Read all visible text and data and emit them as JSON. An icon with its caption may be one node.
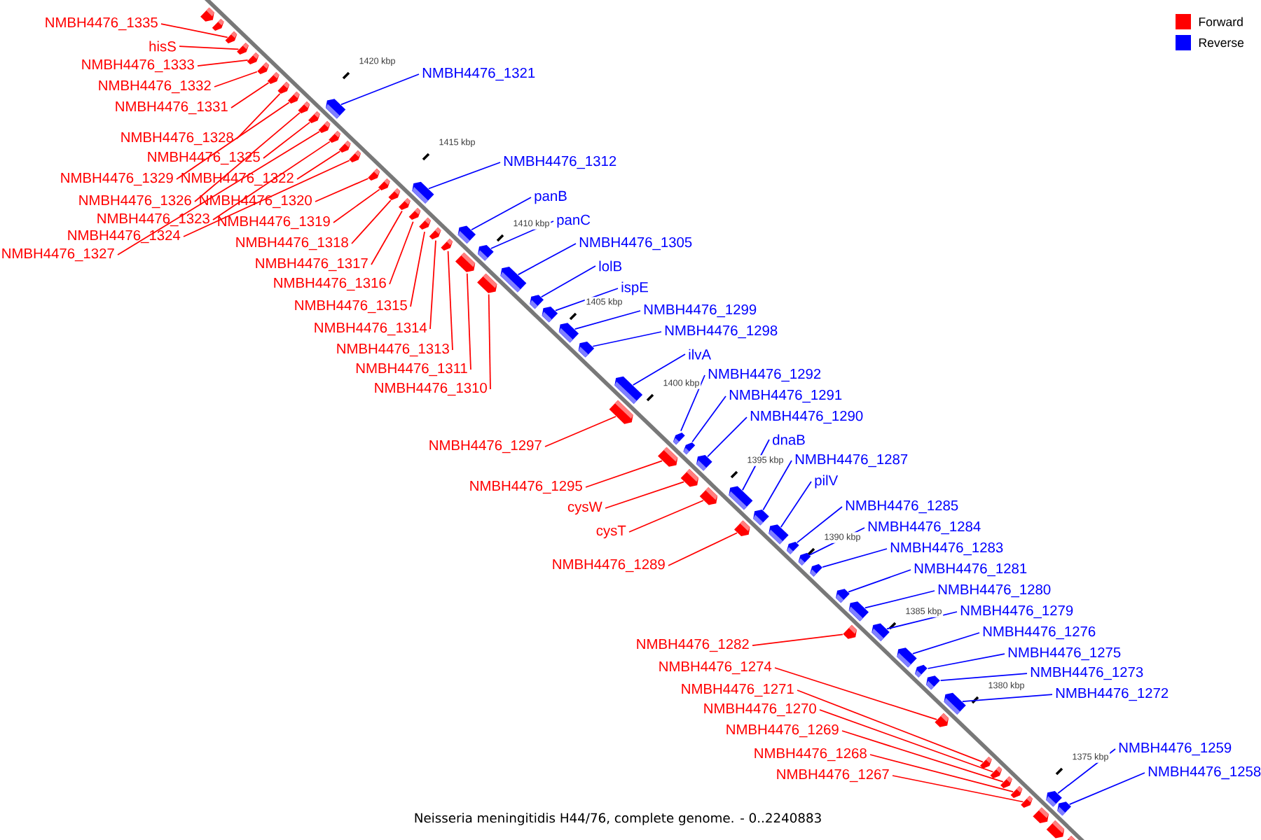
{
  "diagram": {
    "caption": "Neisseria meningitidis H44/76, complete genome. - 0..2240883",
    "nodes": [
      {
        "text": [
          "NMBH4476_1335"
        ]
      },
      {
        "text": [
          "hisS"
        ]
      },
      {
        "text": [
          "NMBH4476_1333"
        ]
      },
      {
        "text": [
          "NMBH4476_1332"
        ]
      },
      {
        "text": [
          "NMBH4476_1331"
        ]
      },
      {
        "text": [
          "NMBH4476_1328"
        ]
      },
      {
        "text": [
          "NMBH4476_1325"
        ]
      },
      {
        "text": [
          "NMBH4476_1329"
        ]
      },
      {
        "text": [
          "NMBH4476_1322"
        ]
      },
      {
        "text": [
          "NMBH4476_1326"
        ]
      },
      {
        "text": [
          "NMBH4476_1320"
        ]
      },
      {
        "text": [
          "NMBH4476_1323"
        ]
      },
      {
        "text": [
          "NMBH4476_1319"
        ]
      },
      {
        "text": [
          "NMBH4476_1324"
        ]
      },
      {
        "text": [
          "NMBH4476_1327"
        ]
      },
      {
        "text": [
          "NMBH4476_1318"
        ]
      },
      {
        "text": [
          "NMBH4476_1317"
        ]
      },
      {
        "text": [
          "NMBH4476_1316"
        ]
      },
      {
        "text": [
          "NMBH4476_1315"
        ]
      },
      {
        "text": [
          "NMBH4476_1314"
        ]
      },
      {
        "text": [
          "NMBH4476_1313"
        ]
      },
      {
        "text": [
          "NMBH4476_1311"
        ]
      },
      {
        "text": [
          "NMBH4476_1310"
        ]
      },
      {
        "text": [
          "NMBH4476_1321"
        ]
      },
      {
        "text": [
          "NMBH4476_1312"
        ]
      },
      {
        "text": [
          "panB"
        ]
      },
      {
        "text": [
          "panC"
        ]
      },
      {
        "text": [
          "NMBH4476_1305"
        ]
      },
      {
        "text": [
          "lolB"
        ]
      },
      {
        "text": [
          "ispE"
        ]
      },
      {
        "text": [
          "NMBH4476_1299"
        ]
      },
      {
        "text": [
          "NMBH4476_1298"
        ]
      },
      {
        "text": [
          "ilvA"
        ]
      },
      {
        "text": [
          "NMBH4476_1292"
        ]
      },
      {
        "text": [
          "NMBH4476_1291"
        ]
      },
      {
        "text": [
          "NMBH4476_1290"
        ]
      },
      {
        "text": [
          "dnaB"
        ]
      },
      {
        "text": [
          "NMBH4476_1287"
        ]
      },
      {
        "text": [
          "pilV"
        ]
      },
      {
        "text": [
          "NMBH4476_1285"
        ]
      },
      {
        "text": [
          "NMBH4476_1284"
        ]
      },
      {
        "text": [
          "NMBH4476_1283"
        ]
      },
      {
        "text": [
          "NMBH4476_1281"
        ]
      },
      {
        "text": [
          "NMBH4476_1280"
        ]
      },
      {
        "text": [
          "NMBH4476_1279"
        ]
      },
      {
        "text": [
          "NMBH4476_1276"
        ]
      },
      {
        "text": [
          "NMBH4476_1275"
        ]
      },
      {
        "text": [
          "NMBH4476_1273"
        ]
      },
      {
        "text": [
          "NMBH4476_1272"
        ]
      },
      {
        "text": [
          "NMBH4476_1259"
        ]
      },
      {
        "text": [
          "NMBH4476_1258"
        ]
      },
      {
        "text": [
          "NMBH4476_1297"
        ]
      },
      {
        "text": [
          "NMBH4476_1295"
        ]
      },
      {
        "text": [
          "cysW"
        ]
      },
      {
        "text": [
          "cysT"
        ]
      },
      {
        "text": [
          "NMBH4476_1289"
        ]
      },
      {
        "text": [
          "NMBH4476_1282"
        ]
      },
      {
        "text": [
          "NMBH4476_1274"
        ]
      },
      {
        "text": [
          "NMBH4476_1271"
        ]
      },
      {
        "text": [
          "NMBH4476_1270"
        ]
      },
      {
        "text": [
          "NMBH4476_1269"
        ]
      },
      {
        "text": [
          "NMBH4476_1268"
        ]
      },
      {
        "text": [
          "NMBH4476_1267"
        ]
      },
      {
        "text": [],
        "shape": "arrow"
      },
      {
        "text": [],
        "shape": "arrow"
      },
      {
        "text": [],
        "shape": "arrow"
      },
      {
        "text": [],
        "shape": "arrow"
      },
      {
        "text": [],
        "shape": "arrow"
      },
      {
        "text": [],
        "shape": "arrow"
      },
      {
        "text": [],
        "shape": "arrow"
      },
      {
        "text": [],
        "shape": "arrow"
      },
      {
        "text": [],
        "shape": "arrow"
      },
      {
        "text": [],
        "shape": "arrow"
      },
      {
        "text": [],
        "shape": "arrow"
      },
      {
        "text": [],
        "shape": "arrow"
      },
      {
        "text": [],
        "shape": "arrow"
      },
      {
        "text": [],
        "shape": "arrow"
      },
      {
        "text": [],
        "shape": "arrow"
      },
      {
        "text": [],
        "shape": "arrow"
      },
      {
        "text": [],
        "shape": "arrow"
      },
      {
        "text": [],
        "shape": "arrow"
      },
      {
        "text": [],
        "shape": "arrow"
      },
      {
        "text": [],
        "shape": "arrow"
      },
      {
        "text": [],
        "shape": "arrow"
      },
      {
        "text": [],
        "shape": "arrow"
      },
      {
        "text": [],
        "shape": "arrow"
      },
      {
        "text": [],
        "shape": "arrow"
      },
      {
        "text": [],
        "shape": "arrow"
      },
      {
        "text": [],
        "shape": "arrow"
      },
      {
        "text": [],
        "shape": "arrow"
      },
      {
        "text": [],
        "shape": "arrow"
      },
      {
        "text": [],
        "shape": "arrow"
      },
      {
        "text": [],
        "shape": "arrow"
      },
      {
        "text": [],
        "shape": "arrow"
      },
      {
        "text": [],
        "shape": "arrow"
      },
      {
        "text": [],
        "shape": "arrow"
      },
      {
        "text": [],
        "shape": "arrow"
      },
      {
        "text": [],
        "shape": "arrow"
      },
      {
        "text": [],
        "shape": "arrow"
      },
      {
        "text": [],
        "shape": "arrow"
      },
      {
        "text": [],
        "shape": "arrow"
      },
      {
        "text": [],
        "shape": "arrow"
      },
      {
        "text": [],
        "shape": "arrow"
      },
      {
        "text": [],
        "shape": "arrow"
      },
      {
        "text": [],
        "shape": "arrow"
      },
      {
        "text": [],
        "shape": "arrow"
      },
      {
        "text": [],
        "shape": "arrow"
      },
      {
        "text": [],
        "shape": "arrow"
      },
      {
        "text": [],
        "shape": "arrow"
      },
      {
        "text": [],
        "shape": "arrow"
      },
      {
        "text": [],
        "shape": "arrow"
      },
      {
        "text": [],
        "shape": "arrow"
      },
      {
        "text": [],
        "shape": "arrow"
      },
      {
        "text": [],
        "shape": "arrow"
      },
      {
        "text": [],
        "shape": "arrow"
      },
      {
        "text": [],
        "shape": "arrow"
      },
      {
        "text": [],
        "shape": "arrow"
      },
      {
        "text": [],
        "shape": "arrow"
      },
      {
        "text": [],
        "shape": "arrow"
      },
      {
        "text": [],
        "shape": "arrow"
      },
      {
        "text": [],
        "shape": "arrow"
      },
      {
        "text": [],
        "shape": "arrow"
      },
      {
        "text": [],
        "shape": "arrow"
      },
      {
        "text": [],
        "shape": "arrow"
      },
      {
        "text": [],
        "shape": "arrow"
      },
      {
        "text": [],
        "shape": "arrow"
      },
      {
        "text": [],
        "shape": "arrow"
      },
      {
        "text": [],
        "shape": "arrow"
      },
      {
        "text": [],
        "shape": "arrow"
      },
      {
        "text": [],
        "shape": "arrow"
      },
      {
        "text": [],
        "shape": "arrow"
      }
    ],
    "edges": [
      {
        "from": 0,
        "to": 63,
        "arrow": "none"
      },
      {
        "from": 1,
        "to": 64,
        "arrow": "none"
      },
      {
        "from": 2,
        "to": 65,
        "arrow": "none"
      },
      {
        "from": 3,
        "to": 66,
        "arrow": "none"
      },
      {
        "from": 4,
        "to": 67,
        "arrow": "none"
      },
      {
        "from": 5,
        "to": 68,
        "arrow": "none"
      },
      {
        "from": 6,
        "to": 72,
        "arrow": "none"
      },
      {
        "from": 7,
        "to": 69,
        "arrow": "none"
      },
      {
        "from": 8,
        "to": 75,
        "arrow": "none"
      },
      {
        "from": 9,
        "to": 70,
        "arrow": "none"
      },
      {
        "from": 10,
        "to": 77,
        "arrow": "none"
      },
      {
        "from": 11,
        "to": 74,
        "arrow": "none"
      },
      {
        "from": 12,
        "to": 78,
        "arrow": "none"
      },
      {
        "from": 13,
        "to": 76,
        "arrow": "none"
      },
      {
        "from": 14,
        "to": 73,
        "arrow": "none"
      },
      {
        "from": 15,
        "to": 79,
        "arrow": "none"
      },
      {
        "from": 16,
        "to": 80,
        "arrow": "none"
      },
      {
        "from": 17,
        "to": 81,
        "arrow": "none"
      },
      {
        "from": 18,
        "to": 83,
        "arrow": "none"
      },
      {
        "from": 19,
        "to": 84,
        "arrow": "none"
      },
      {
        "from": 20,
        "to": 85,
        "arrow": "none"
      },
      {
        "from": 21,
        "to": 87,
        "arrow": "none"
      },
      {
        "from": 22,
        "to": 89,
        "arrow": "none"
      },
      {
        "from": 23,
        "to": 71,
        "arrow": "none",
        "color": "#0000ff"
      },
      {
        "from": 24,
        "to": 82,
        "arrow": "none",
        "color": "#0000ff"
      },
      {
        "from": 25,
        "to": 86,
        "arrow": "none",
        "color": "#0000ff"
      },
      {
        "from": 26,
        "to": 88,
        "arrow": "none",
        "color": "#0000ff"
      },
      {
        "from": 27,
        "to": 90,
        "arrow": "none",
        "color": "#0000ff"
      },
      {
        "from": 28,
        "to": 91,
        "arrow": "none",
        "color": "#0000ff"
      },
      {
        "from": 29,
        "to": 92,
        "arrow": "none",
        "color": "#0000ff"
      },
      {
        "from": 30,
        "to": 93,
        "arrow": "none",
        "color": "#0000ff"
      },
      {
        "from": 31,
        "to": 94,
        "arrow": "none",
        "color": "#0000ff"
      },
      {
        "from": 32,
        "to": 95,
        "arrow": "none",
        "color": "#0000ff"
      },
      {
        "from": 33,
        "to": 97,
        "arrow": "none",
        "color": "#0000ff"
      },
      {
        "from": 34,
        "to": 98,
        "arrow": "none",
        "color": "#0000ff"
      },
      {
        "from": 35,
        "to": 101,
        "arrow": "none",
        "color": "#0000ff"
      },
      {
        "from": 36,
        "to": 103,
        "arrow": "none",
        "color": "#0000ff"
      },
      {
        "from": 37,
        "to": 104,
        "arrow": "none",
        "color": "#0000ff"
      },
      {
        "from": 38,
        "to": 105,
        "arrow": "none",
        "color": "#0000ff"
      },
      {
        "from": 39,
        "to": 107,
        "arrow": "none",
        "color": "#0000ff"
      },
      {
        "from": 40,
        "to": 108,
        "arrow": "none",
        "color": "#0000ff"
      },
      {
        "from": 41,
        "to": 109,
        "arrow": "none",
        "color": "#0000ff"
      },
      {
        "from": 42,
        "to": 110,
        "arrow": "none",
        "color": "#0000ff"
      },
      {
        "from": 43,
        "to": 111,
        "arrow": "none",
        "color": "#0000ff"
      },
      {
        "from": 44,
        "to": 112,
        "arrow": "none",
        "color": "#0000ff"
      },
      {
        "from": 45,
        "to": 114,
        "arrow": "none",
        "color": "#0000ff"
      },
      {
        "from": 46,
        "to": 115,
        "arrow": "none",
        "color": "#0000ff"
      },
      {
        "from": 47,
        "to": 116,
        "arrow": "none",
        "color": "#0000ff"
      },
      {
        "from": 48,
        "to": 117,
        "arrow": "none",
        "color": "#0000ff"
      },
      {
        "from": 49,
        "to": 124,
        "arrow": "none",
        "color": "#0000ff"
      },
      {
        "from": 50,
        "to": 125,
        "arrow": "none",
        "color": "#0000ff"
      },
      {
        "from": 51,
        "to": 96,
        "arrow": "none"
      },
      {
        "from": 52,
        "to": 99,
        "arrow": "none"
      },
      {
        "from": 53,
        "to": 100,
        "arrow": "none"
      },
      {
        "from": 54,
        "to": 102,
        "arrow": "none"
      },
      {
        "from": 55,
        "to": 106,
        "arrow": "none"
      },
      {
        "from": 56,
        "to": 113,
        "arrow": "none"
      },
      {
        "from": 57,
        "to": 118,
        "arrow": "none"
      },
      {
        "from": 58,
        "to": 119,
        "arrow": "none"
      },
      {
        "from": 59,
        "to": 120,
        "arrow": "none"
      },
      {
        "from": 60,
        "to": 121,
        "arrow": "none"
      },
      {
        "from": 61,
        "to": 122,
        "arrow": "none"
      },
      {
        "from": 62,
        "to": 123,
        "arrow": "none"
      }
    ],
    "labels": [
      "1420 kbp",
      "1415 kbp",
      "1410 kbp",
      "1405 kbp",
      "1400 kbp",
      "1395 kbp",
      "1390 kbp",
      "1385 kbp",
      "1380 kbp",
      "1375 kbp"
    ],
    "legend": [
      {
        "text": "Forward",
        "color": "#ff0000"
      },
      {
        "text": "Reverse",
        "color": "#0000ff"
      }
    ]
  }
}
